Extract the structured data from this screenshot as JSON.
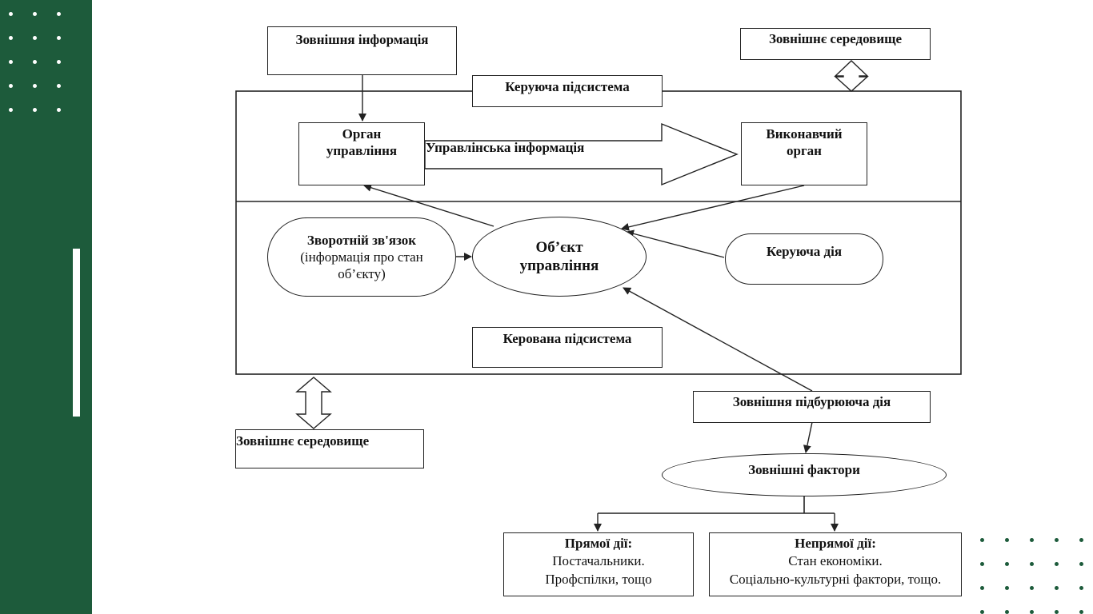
{
  "diagram": {
    "external_info": "Зовнішня інформація",
    "external_env_top": "Зовнішнє середовище",
    "control_subsystem": "Керуюча підсистема",
    "control_body": [
      "Орган",
      "управління"
    ],
    "management_info": "Управлінська інформація",
    "executive_body": [
      "Виконавчий",
      "орган"
    ],
    "feedback": [
      "Зворотній зв'язок",
      "(інформація про стан",
      "об’єкту)"
    ],
    "control_object": [
      "Об’єкт",
      "управління"
    ],
    "control_action": "Керуюча дія",
    "managed_subsystem": "Керована підсистема",
    "external_env_bottom": "Зовнішнє середовище",
    "external_stimulus": "Зовнішня підбурююча дія",
    "external_factors": "Зовнішні фактори",
    "direct": {
      "title": "Прямої дії:",
      "lines": [
        "Постачальники.",
        "Профспілки, тощо"
      ]
    },
    "indirect": {
      "title": "Непрямої дії:",
      "lines": [
        "Стан економіки.",
        "Соціально-культурні фактори, тощо."
      ]
    }
  },
  "colors": {
    "band": "#1d5b3b",
    "stroke": "#222222"
  }
}
